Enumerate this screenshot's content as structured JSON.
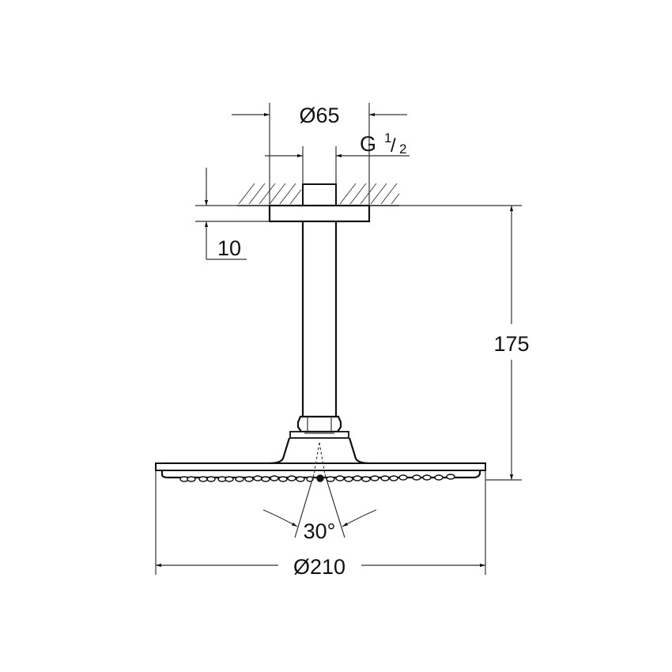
{
  "drawing": {
    "title": "Ceiling shower head dimension drawing",
    "units": "mm",
    "line_color": "#111111",
    "background": "#ffffff"
  },
  "dimensions": {
    "flange_diameter": {
      "symbol": "Ø",
      "value": "65",
      "label": "Ø65"
    },
    "thread": {
      "prefix": "G",
      "numerator": "1",
      "denominator": "2",
      "label": "G 1/2"
    },
    "flange_height": {
      "value": "10",
      "label": "10"
    },
    "total_drop": {
      "value": "175",
      "label": "175"
    },
    "spray_angle": {
      "value": "30°",
      "label": "30°"
    },
    "head_diameter": {
      "symbol": "Ø",
      "value": "210",
      "label": "Ø210"
    }
  }
}
